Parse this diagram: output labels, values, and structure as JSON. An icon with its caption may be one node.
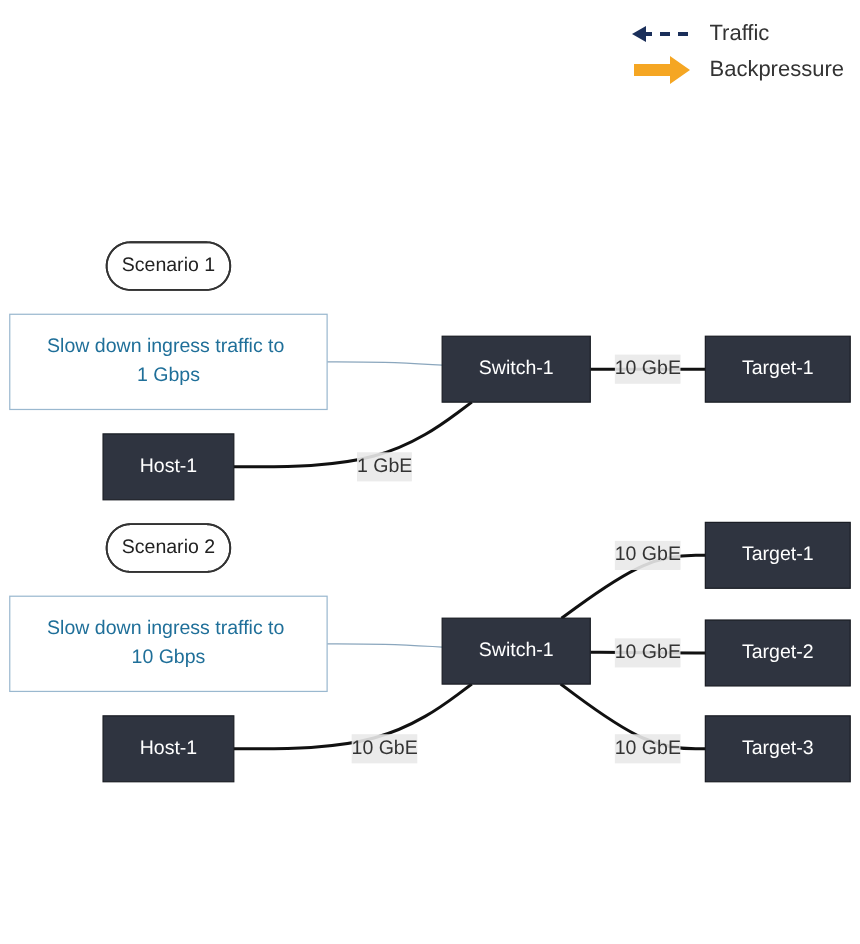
{
  "diagram": {
    "nodes": [
      {
        "text": [
          "Scenario 1"
        ]
      },
      {
        "text": [
          "Slow down ingress traffic to 1 Gbps"
        ]
      },
      {
        "text": [
          "Host-1"
        ]
      },
      {
        "text": [
          "Switch-1"
        ]
      },
      {
        "text": [
          "Target-1"
        ]
      },
      {
        "text": [
          "Scenario 2"
        ]
      },
      {
        "text": [
          "Slow down ingress traffic to 10 Gbps"
        ]
      },
      {
        "text": [
          "Host-1"
        ]
      },
      {
        "text": [
          "Switch-1"
        ]
      },
      {
        "text": [
          "Target-1"
        ]
      },
      {
        "text": [
          "Target-2"
        ]
      },
      {
        "text": [
          "Target-3"
        ]
      }
    ],
    "edges": [
      {
        "from": 1,
        "to": 3,
        "arrow": "none",
        "color": "#8aa6bd"
      },
      {
        "from": 2,
        "to": 3,
        "label": "1 GbE",
        "arrow": "none"
      },
      {
        "from": 3,
        "to": 4,
        "label": "10 GbE",
        "arrow": "none"
      },
      {
        "from": 6,
        "to": 8,
        "arrow": "none",
        "color": "#8aa6bd"
      },
      {
        "from": 7,
        "to": 8,
        "label": "10 GbE",
        "arrow": "none"
      },
      {
        "from": 8,
        "to": 9,
        "label": "10 GbE",
        "arrow": "none"
      },
      {
        "from": 8,
        "to": 10,
        "label": "10 GbE",
        "arrow": "none"
      },
      {
        "from": 8,
        "to": 11,
        "label": "10 GbE",
        "arrow": "none"
      }
    ],
    "legend": [
      {
        "text": "Traffic"
      },
      {
        "text": "Backpressure"
      }
    ]
  }
}
